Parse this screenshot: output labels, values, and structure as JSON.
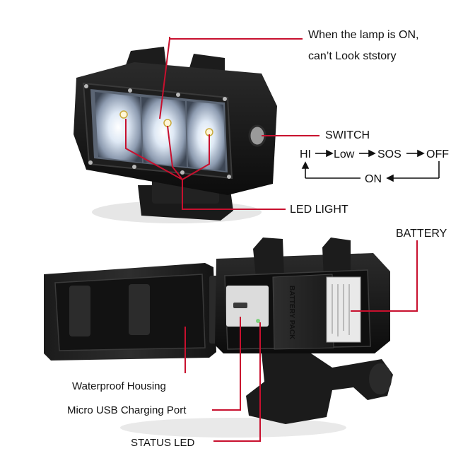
{
  "annotations": {
    "lamp_warning_line1": "When the lamp is ON,",
    "lamp_warning_line2": "can’t Look ststory",
    "switch": "SWITCH",
    "led_light": "LED LIGHT",
    "battery": "BATTERY",
    "waterproof_housing": "Waterproof Housing",
    "micro_usb": "Micro USB Charging Port",
    "status_led": "STATUS LED"
  },
  "mode_cycle": {
    "hi": "HI",
    "low": "Low",
    "sos": "SOS",
    "off": "OFF",
    "on": "ON"
  },
  "product_print": {
    "battery_pack": "BATTERY PACK"
  },
  "colors": {
    "callout_line": "#c8102e",
    "body": "#151515",
    "text": "#111111"
  },
  "icons": [
    "arrow-right-icon",
    "arrow-left-icon",
    "arrow-up-icon"
  ]
}
